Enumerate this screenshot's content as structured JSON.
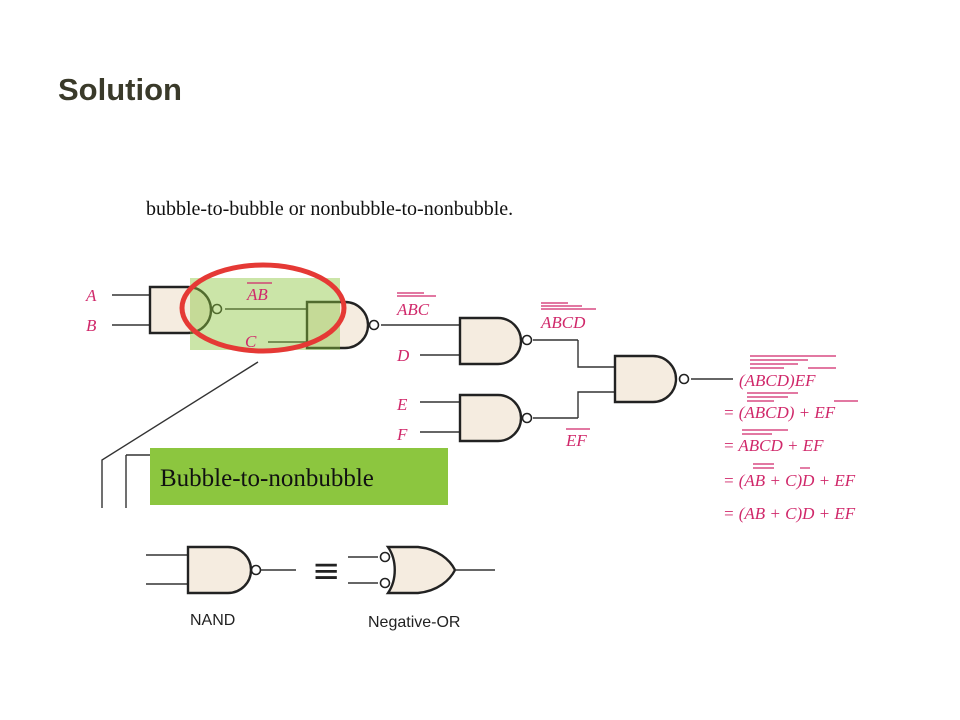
{
  "title": "Solution",
  "subtitle": "bubble-to-bubble or nonbubble-to-nonbubble.",
  "inputs": {
    "a": "A",
    "b": "B",
    "c": "C",
    "d": "D",
    "e": "E",
    "f": "F"
  },
  "wire_labels": {
    "ab": "AB",
    "abc": "ABC",
    "abcd": "ABCD",
    "ef": "EF"
  },
  "equations": [
    "(ABCD)EF",
    "= (ABCD) + EF",
    "= ABCD + EF",
    "= (AB + C)D + EF",
    "= (AB + C)D + EF"
  ],
  "callout": "Bubble-to-nonbubble",
  "equivalence": {
    "symbol": "≡",
    "left_caption": "NAND",
    "right_caption": "Negative-OR"
  },
  "colors": {
    "label": "#d0286a",
    "highlight_ring": "#e53935",
    "callout_bg": "#8cc63f",
    "gate_fill": "#f5ece0"
  }
}
